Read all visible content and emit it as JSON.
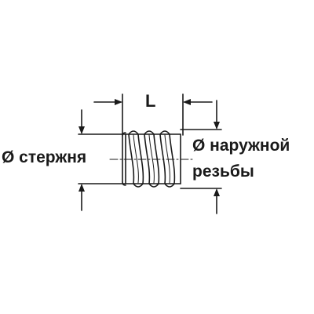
{
  "labels": {
    "length": "L",
    "shank_diameter": "Ø стержня",
    "outer_thread_line1": "Ø наружной",
    "outer_thread_line2": "резьбы"
  },
  "colors": {
    "stroke": "#1a1a1a",
    "background": "#ffffff"
  }
}
